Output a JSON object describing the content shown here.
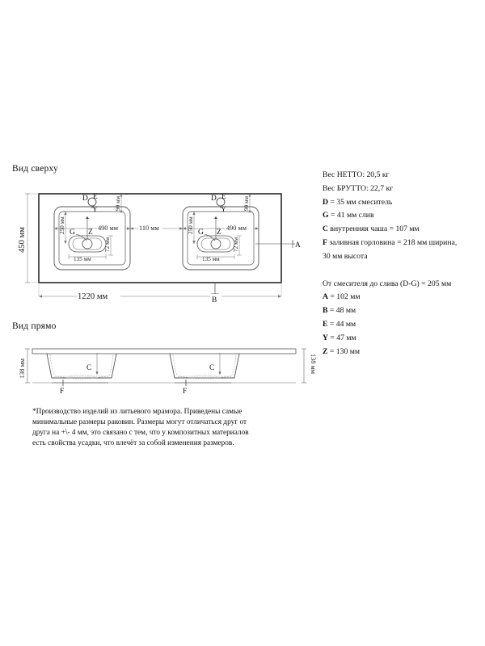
{
  "views": {
    "top": {
      "title": "Вид сверху"
    },
    "front": {
      "title": "Вид прямо"
    }
  },
  "top_view": {
    "overall_width": "1220 мм",
    "overall_depth": "450 мм",
    "basin_width": "490 мм",
    "basin_gap": "110 мм",
    "basin_depth_offset": "250 мм",
    "faucet_from_edge": "90 мм",
    "drain_width": "135 мм",
    "drain_height": "72 мм",
    "label_a": "A",
    "label_b": "B",
    "label_d": "D",
    "label_e": "E",
    "label_y": "Y",
    "label_g": "G",
    "label_z": "Z"
  },
  "front_view": {
    "height_left": "138 мм",
    "height_right": "138 мм",
    "label_c": "C",
    "label_f": "F"
  },
  "specs": [
    {
      "text": "Вес НЕТТО: 20,5 кг",
      "bold_prefix": ""
    },
    {
      "text": "Вес БРУТТО: 22,7 кг",
      "bold_prefix": ""
    },
    {
      "text": " = 35 мм смеситель",
      "bold_prefix": "D"
    },
    {
      "text": " = 41 мм слив",
      "bold_prefix": "G"
    },
    {
      "text": " внутренняя чаша = 107 мм",
      "bold_prefix": "C"
    },
    {
      "text": " заливная горловина = 218 мм ширина,",
      "bold_prefix": "F"
    },
    {
      "text": "30 мм высота",
      "bold_prefix": ""
    },
    {
      "text": "",
      "bold_prefix": "",
      "spacer": true
    },
    {
      "text": "От смесителя до слива (D-G) = 205 мм",
      "bold_prefix": ""
    },
    {
      "text": " = 102 мм",
      "bold_prefix": "A"
    },
    {
      "text": " = 48 мм",
      "bold_prefix": "B"
    },
    {
      "text": " = 44 мм",
      "bold_prefix": "E"
    },
    {
      "text": " = 47 мм",
      "bold_prefix": "Y"
    },
    {
      "text": " = 130 мм",
      "bold_prefix": "Z"
    }
  ],
  "footnote": {
    "text": "*Производство изделий из литьевого мрамора. Приведены самые минимальные размеры раковин. Размеры могут отличаться друг от друга на +\\- 4 мм, это связано с тем, что у композитных материалов есть свойства усадки, что влечёт за собой изменения размеров."
  },
  "colors": {
    "outline": "#2b2b2b",
    "thin": "#555555",
    "dim": "#777777",
    "background": "#ffffff"
  }
}
